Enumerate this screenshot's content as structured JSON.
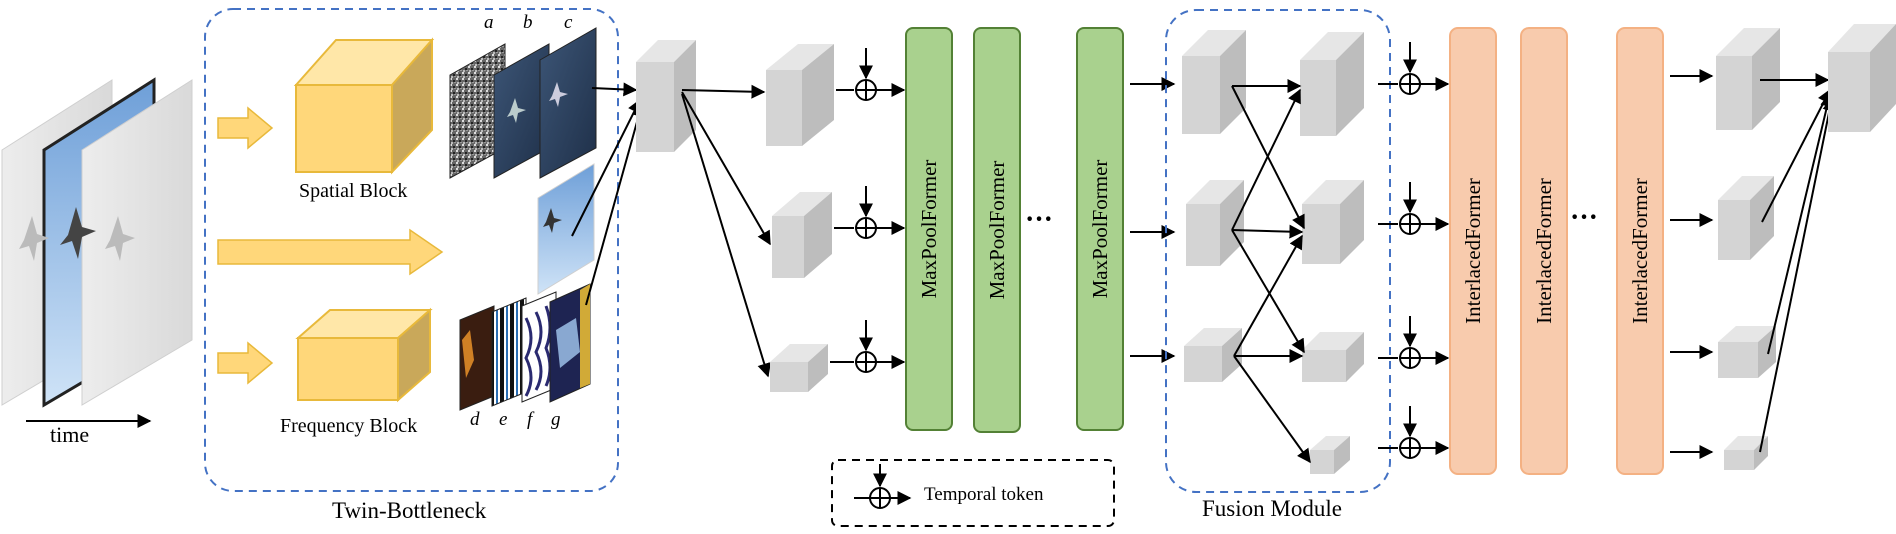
{
  "input": {
    "time_label": "time"
  },
  "twin_bottleneck": {
    "title": "Twin-Bottleneck",
    "spatial_block": "Spatial Block",
    "frequency_block": "Frequency Block",
    "spatial_labels": [
      "a",
      "b",
      "c"
    ],
    "frequency_labels": [
      "d",
      "e",
      "f",
      "g"
    ]
  },
  "maxpoolformer": {
    "blocks": [
      "MaxPoolFormer",
      "MaxPoolFormer",
      "MaxPoolFormer"
    ],
    "ellipsis": "···"
  },
  "fusion_module": {
    "title": "Fusion Module"
  },
  "interlacedformer": {
    "blocks": [
      "InterlacedFormer",
      "InterlacedFormer",
      "InterlacedFormer"
    ],
    "ellipsis": "···"
  },
  "legend": {
    "temporal_token": "Temporal token"
  },
  "colors": {
    "spatial_cube": "#FFD77A",
    "frequency_cube": "#FFD77A",
    "arrow_fill": "#FFD77A",
    "maxpoolformer": "#A9D18E",
    "interlacedformer": "#F8CBAD",
    "gray_cube": "#D4D4D4",
    "dashed_blue": "#4472C4"
  }
}
